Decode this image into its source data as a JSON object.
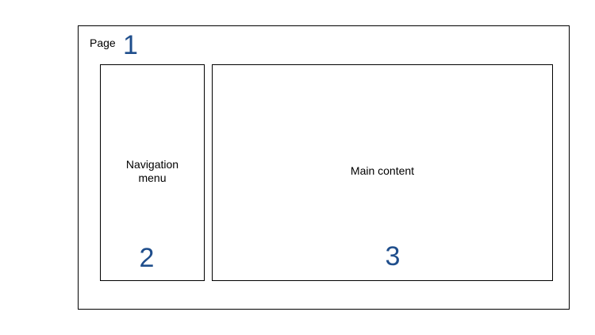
{
  "diagram": {
    "page": {
      "label": "Page",
      "number": "1"
    },
    "navigation": {
      "label_line1": "Navigation",
      "label_line2": "menu",
      "number": "2"
    },
    "main": {
      "label": "Main content",
      "number": "3"
    }
  },
  "colors": {
    "border": "#000000",
    "number": "#1f4e8c",
    "background": "#ffffff"
  }
}
